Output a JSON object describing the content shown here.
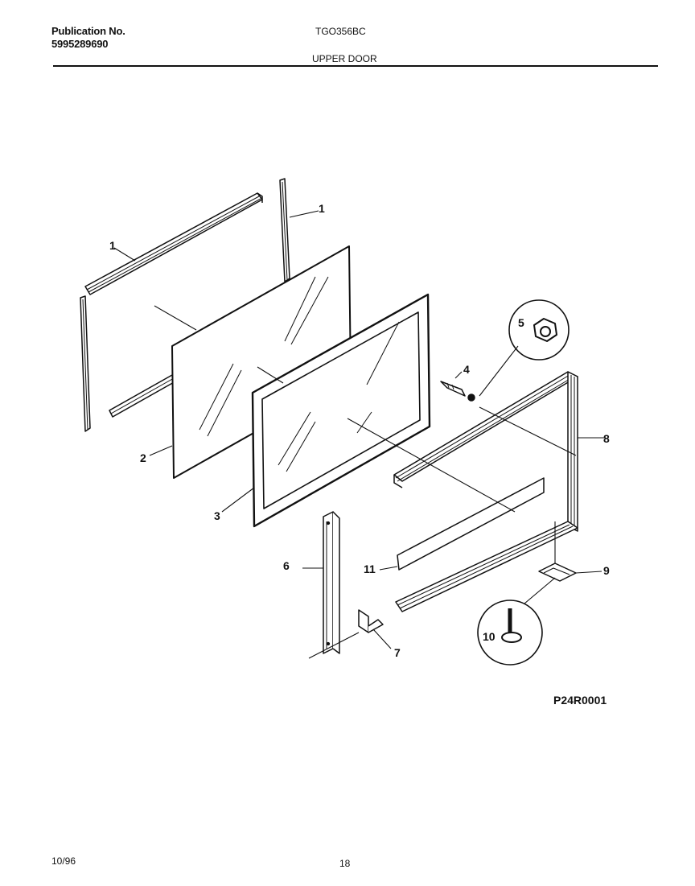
{
  "header": {
    "publication_label": "Publication No.",
    "publication_number": "5995289690",
    "model": "TGO356BC",
    "section_title": "UPPER DOOR"
  },
  "diagram": {
    "callouts": {
      "c1a": "1",
      "c1b": "1",
      "c2": "2",
      "c3": "3",
      "c4": "4",
      "c5": "5",
      "c6": "6",
      "c7": "7",
      "c8": "8",
      "c9": "9",
      "c10": "10",
      "c11": "11"
    },
    "reference_code": "P24R0001"
  },
  "footer": {
    "date": "10/96",
    "page_number": "18"
  }
}
